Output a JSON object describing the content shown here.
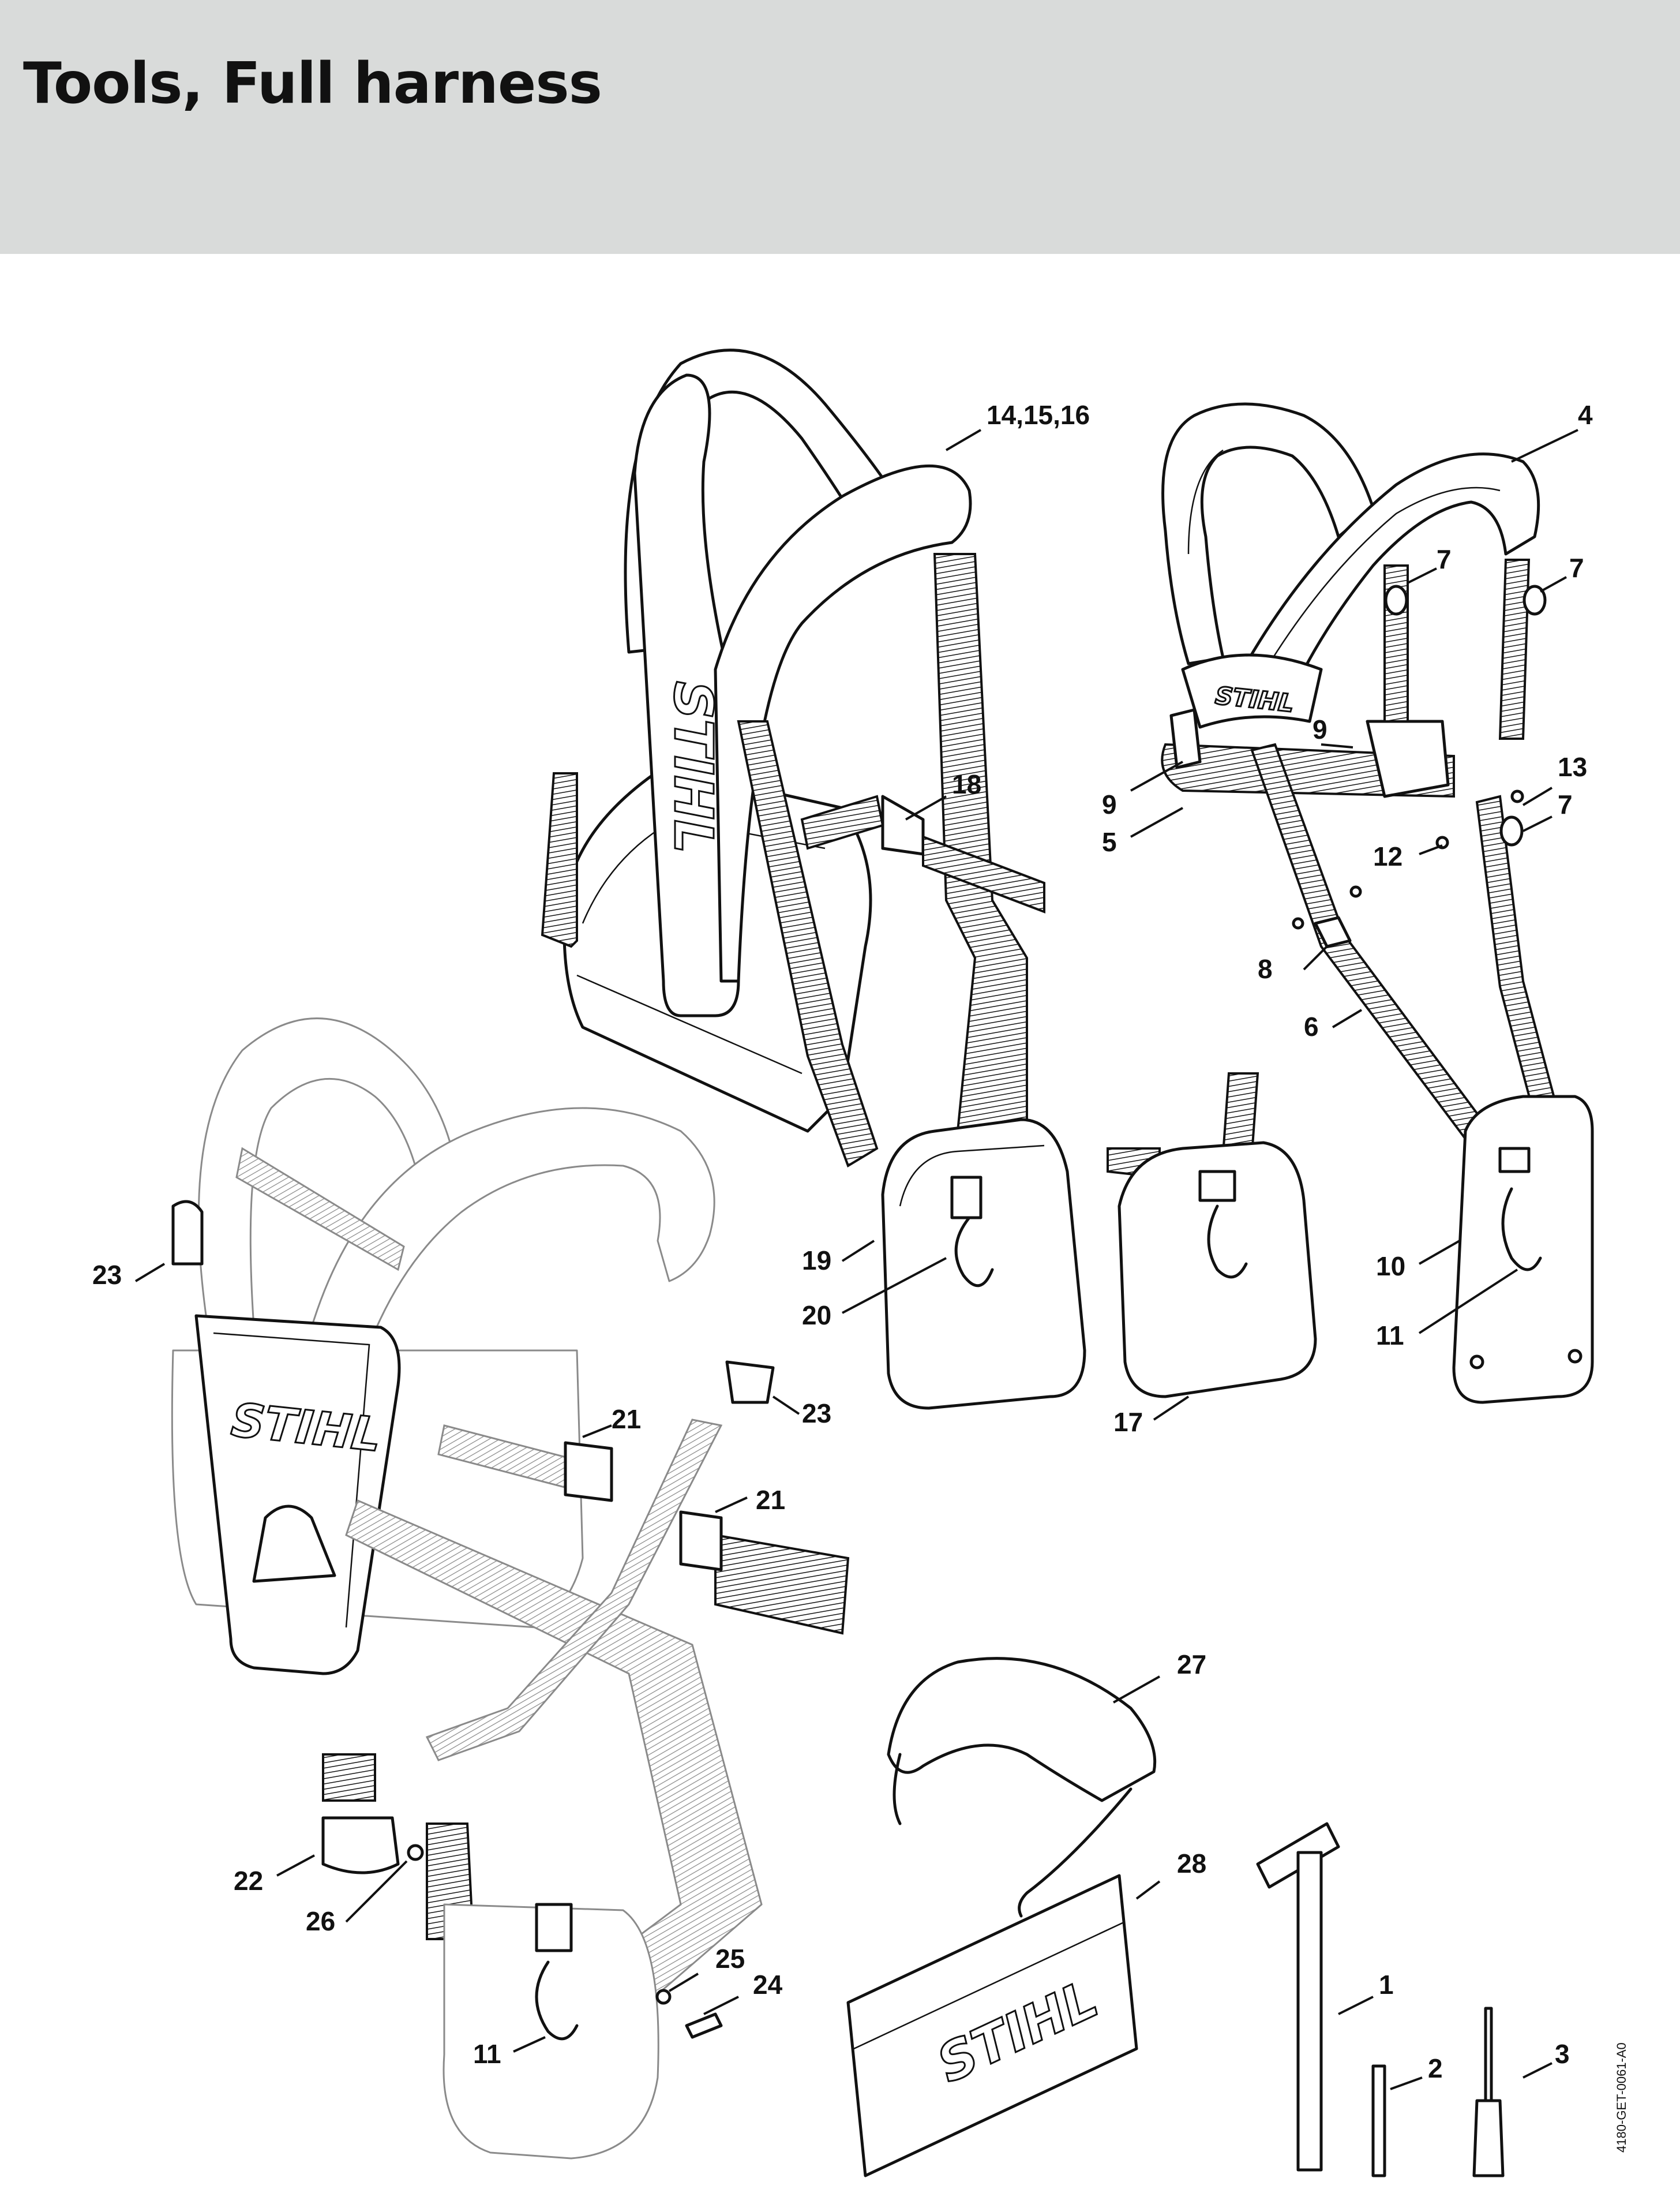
{
  "page": {
    "title": "Tools, Full harness",
    "drawing_code": "4180-GET-0061-A0",
    "brand_logo": "STIHL"
  },
  "callouts": [
    {
      "id": "c-14-15-16",
      "text": "14,15,16"
    },
    {
      "id": "c-4",
      "text": "4"
    },
    {
      "id": "c-7a",
      "text": "7"
    },
    {
      "id": "c-7b",
      "text": "7"
    },
    {
      "id": "c-18",
      "text": "18"
    },
    {
      "id": "c-9a",
      "text": "9"
    },
    {
      "id": "c-9b",
      "text": "9"
    },
    {
      "id": "c-13",
      "text": "13"
    },
    {
      "id": "c-5",
      "text": "5"
    },
    {
      "id": "c-7c",
      "text": "7"
    },
    {
      "id": "c-12",
      "text": "12"
    },
    {
      "id": "c-8",
      "text": "8"
    },
    {
      "id": "c-6",
      "text": "6"
    },
    {
      "id": "c-23a",
      "text": "23"
    },
    {
      "id": "c-19",
      "text": "19"
    },
    {
      "id": "c-10",
      "text": "10"
    },
    {
      "id": "c-20",
      "text": "20"
    },
    {
      "id": "c-11a",
      "text": "11"
    },
    {
      "id": "c-21a",
      "text": "21"
    },
    {
      "id": "c-23b",
      "text": "23"
    },
    {
      "id": "c-17",
      "text": "17"
    },
    {
      "id": "c-21b",
      "text": "21"
    },
    {
      "id": "c-27",
      "text": "27"
    },
    {
      "id": "c-28",
      "text": "28"
    },
    {
      "id": "c-22",
      "text": "22"
    },
    {
      "id": "c-26",
      "text": "26"
    },
    {
      "id": "c-25",
      "text": "25"
    },
    {
      "id": "c-24",
      "text": "24"
    },
    {
      "id": "c-1",
      "text": "1"
    },
    {
      "id": "c-11b",
      "text": "11"
    },
    {
      "id": "c-2",
      "text": "2"
    },
    {
      "id": "c-3",
      "text": "3"
    }
  ]
}
